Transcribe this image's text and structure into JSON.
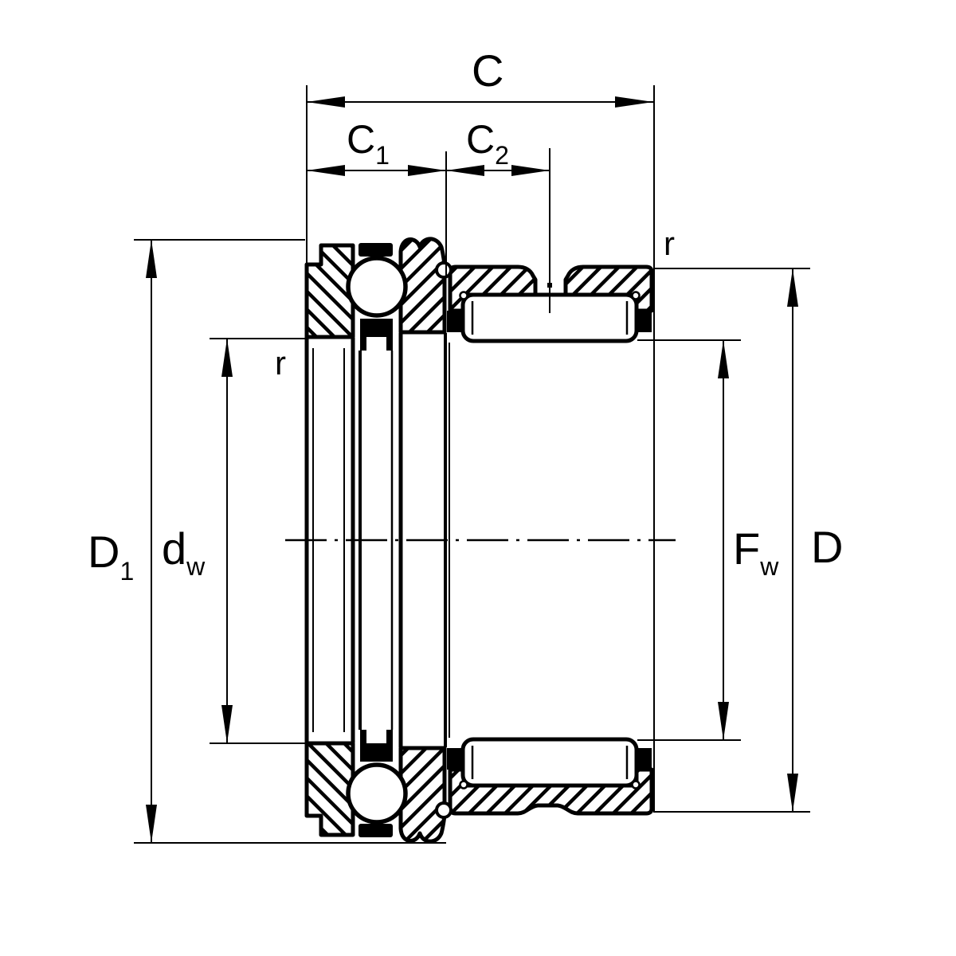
{
  "drawing": {
    "type": "bearing-cross-section-technical-drawing",
    "colors": {
      "line": "#000000",
      "background": "#ffffff"
    },
    "labels": {
      "c": {
        "text": "C"
      },
      "c1": {
        "base": "C",
        "sub": "1"
      },
      "c2": {
        "base": "C",
        "sub": "2"
      },
      "r_left": {
        "text": "r"
      },
      "r_right": {
        "text": "r"
      },
      "d1": {
        "base": "D",
        "sub": "1"
      },
      "dw": {
        "base": "d",
        "sub": "w"
      },
      "fw": {
        "base": "F",
        "sub": "w"
      },
      "d": {
        "text": "D"
      }
    }
  }
}
